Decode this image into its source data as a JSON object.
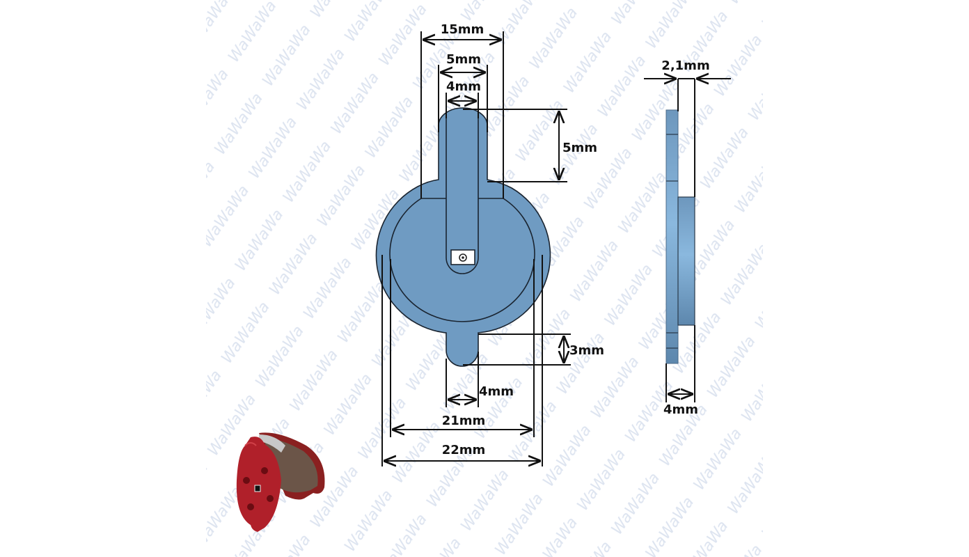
{
  "watermark": "WaWaWaWaWaWaWaWaWaWaWaWaWaWaWaWaWaWaWaWaWaWa",
  "colors": {
    "part_fill": "#6f9bc2",
    "part_light": "#8fb8da",
    "photo_red": "#b0202a",
    "line": "#111111"
  },
  "front_view": {
    "dimensions": {
      "tab_outer_width": "15mm",
      "tab_width": "5mm",
      "slot_width": "4mm",
      "tab_height": "5mm",
      "bottom_tab_height": "3mm",
      "bottom_tab_width": "4mm",
      "inner_diameter": "21mm",
      "outer_diameter": "22mm"
    }
  },
  "side_view": {
    "dimensions": {
      "plate_thickness": "2,1mm",
      "total_thickness": "4mm"
    }
  },
  "photo": {
    "subject": "brake-pad-photo"
  }
}
